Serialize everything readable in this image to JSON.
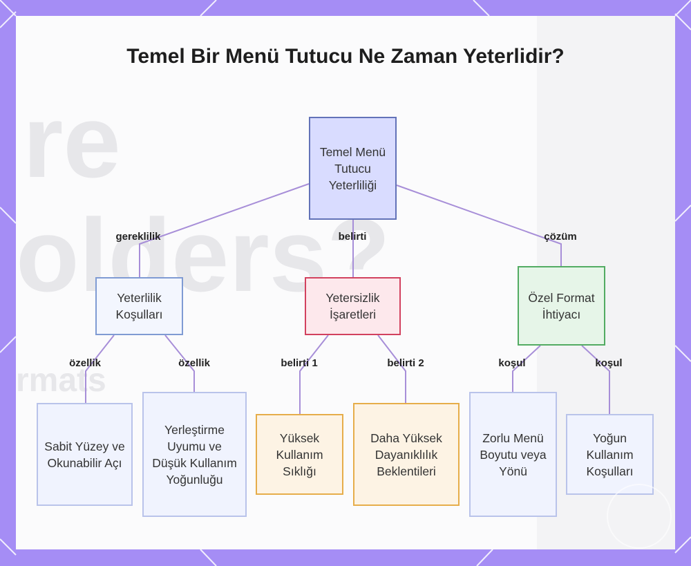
{
  "title": "Temel Bir Menü Tutucu Ne Zaman Yeterlidir?",
  "background_text": [
    "re",
    "olders?",
    "rmats"
  ],
  "colors": {
    "frame": "#a58df5",
    "line": "#a78ed8",
    "root_fill": "#d9dcff",
    "red_border": "#d2415e",
    "green_border": "#52ab62",
    "orange_border": "#e6ad4a"
  },
  "nodes": {
    "root": "Temel Menü Tutucu Yeterliliği",
    "conditions": "Yeterlilik Koşulları",
    "insufficiency": "Yetersizlik İşaretleri",
    "special_format": "Özel Format İhtiyacı",
    "fixed_surface": "Sabit Yüzey ve Okunabilir Açı",
    "placement": "Yerleştirme Uyumu ve Düşük Kullanım Yoğunluğu",
    "high_usage": "Yüksek Kullanım Sıklığı",
    "durability": "Daha Yüksek Dayanıklılık Beklentileri",
    "menu_size": "Zorlu Menü Boyutu veya Yönü",
    "intense_use": "Yoğun Kullanım Koşulları"
  },
  "edge_labels": {
    "requirement": "gereklilik",
    "symptom": "belirti",
    "solution": "çözüm",
    "feature_1": "özellik",
    "feature_2": "özellik",
    "symptom_1": "belirti 1",
    "symptom_2": "belirti 2",
    "condition_1": "koşul",
    "condition_2": "koşul"
  }
}
